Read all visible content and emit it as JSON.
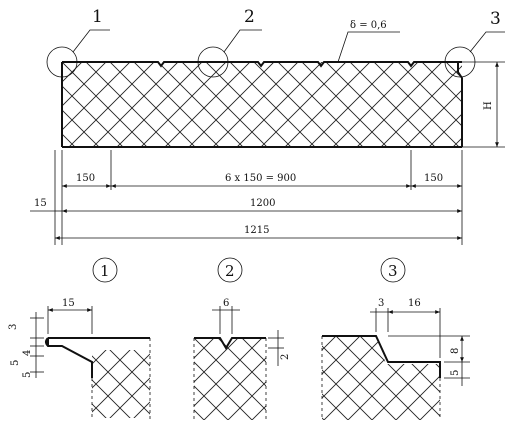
{
  "thickness_label": "δ = 0,6",
  "height_label": "H",
  "callouts": [
    "1",
    "2",
    "3"
  ],
  "dims": {
    "d150_left": "150",
    "d_middle": "6 x 150 = 900",
    "d150_right": "150",
    "d15": "15",
    "d1200": "1200",
    "d1215": "1215"
  },
  "details": {
    "one": {
      "title": "1",
      "w15": "15",
      "v3": "3",
      "v5a": "5",
      "v4": "4",
      "v5b": "5"
    },
    "two": {
      "title": "2",
      "w6": "6",
      "v2": "2"
    },
    "three": {
      "title": "3",
      "w3": "3",
      "w16": "16",
      "v8": "8",
      "v5": "5"
    }
  }
}
